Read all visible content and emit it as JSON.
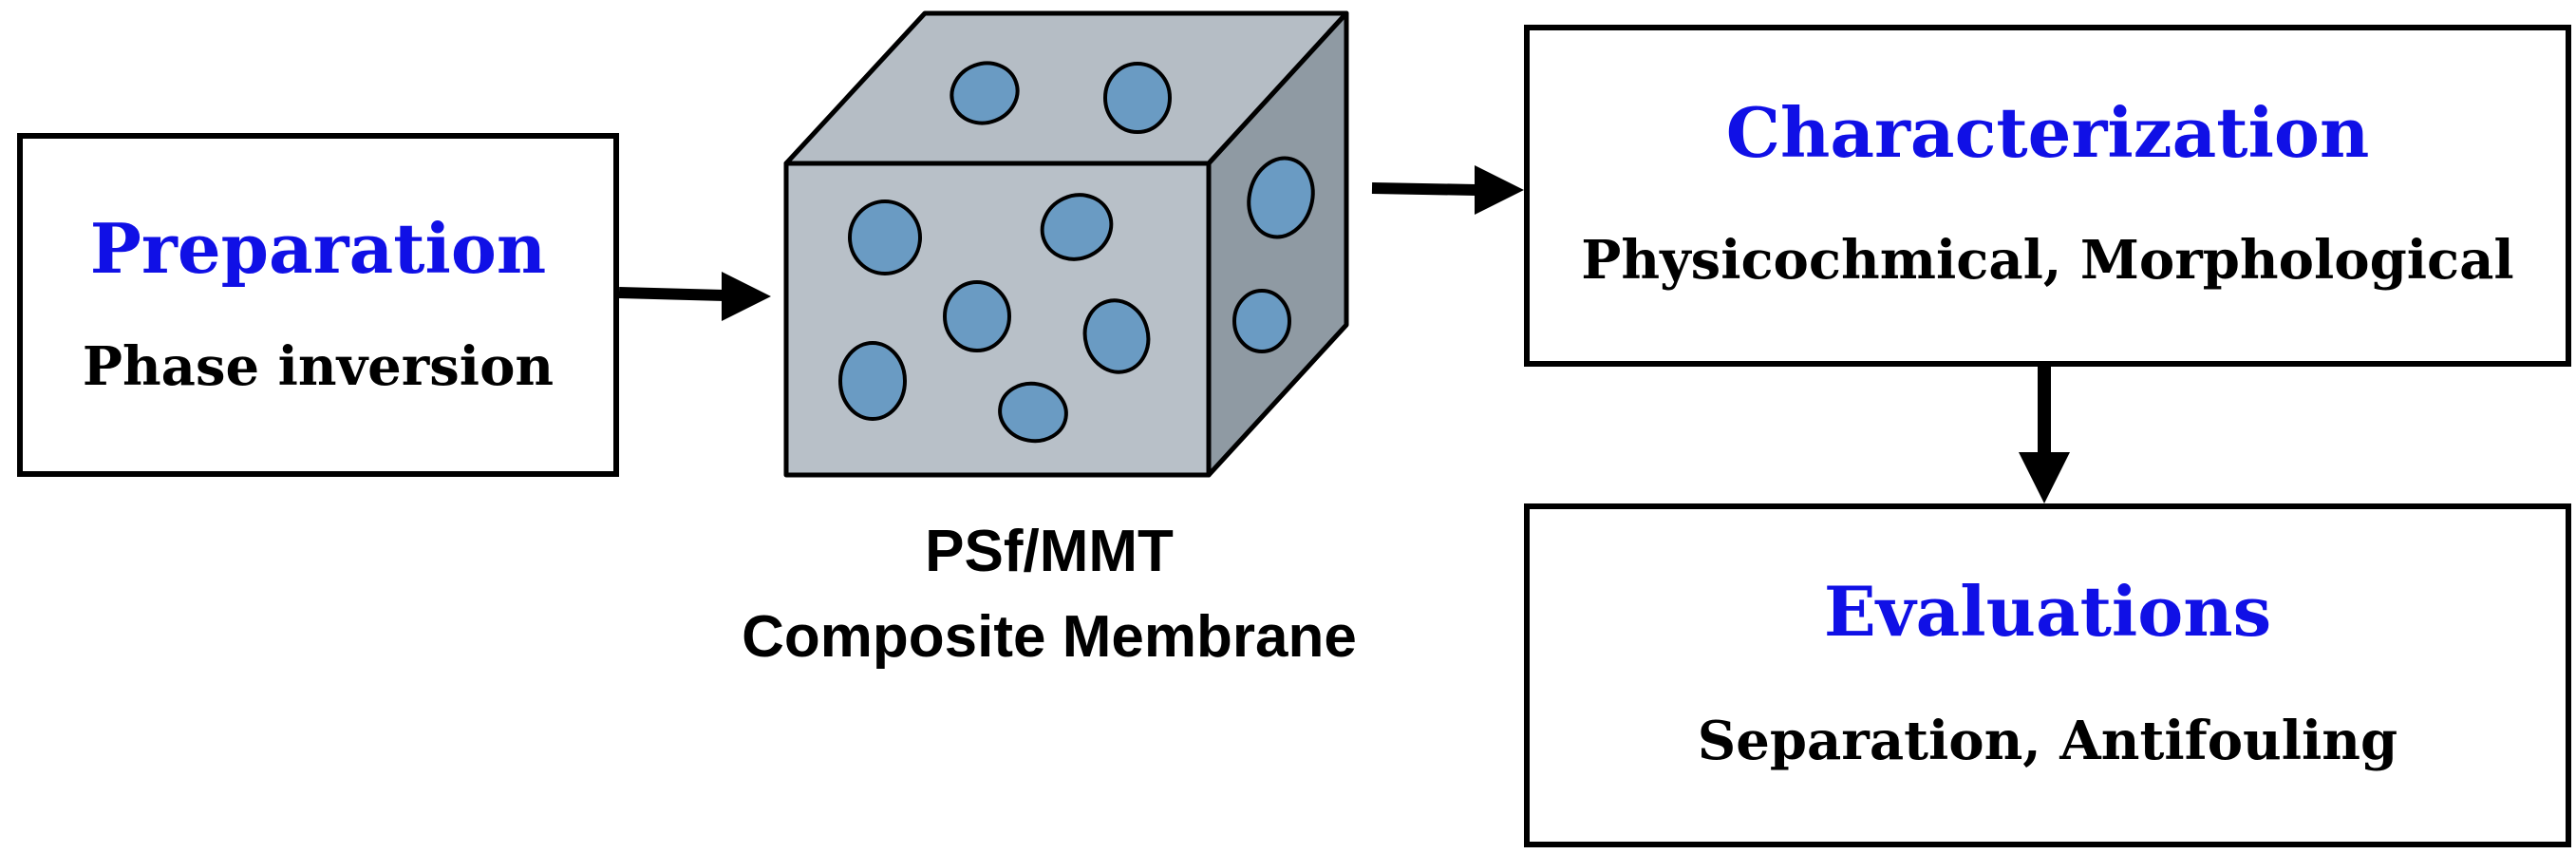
{
  "preparation": {
    "title": "Preparation",
    "subtitle": "Phase inversion"
  },
  "membrane": {
    "caption_line1": "PSf/MMT",
    "caption_line2": "Composite Membrane"
  },
  "characterization": {
    "title": "Characterization",
    "subtitle": "Physicochmical, Morphological"
  },
  "evaluations": {
    "title": "Evaluations",
    "subtitle": "Separation, Antifouling"
  },
  "colors": {
    "title_blue": "#1010e6",
    "cube_front": "#b8c0c8",
    "cube_top": "#b5bdc5",
    "cube_side": "#8f9aa3",
    "particle": "#6a9bc3"
  }
}
